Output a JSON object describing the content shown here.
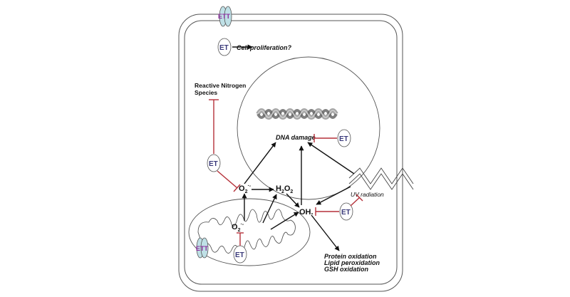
{
  "figure": {
    "type": "cell-signaling-diagram",
    "colors": {
      "activation_arrow": "#111111",
      "inhibition": "#b5313a",
      "membrane": "#555555",
      "transporter_fill": "#bfe0e6",
      "transporter_text": "#8a2a9a",
      "et_text": "#3a3a7a"
    },
    "transporters": [
      {
        "id": "ett-plasma-membrane",
        "label": "ETT"
      },
      {
        "id": "ett-mitochondria",
        "label": "ETT"
      }
    ],
    "et_nodes": [
      {
        "id": "et-proliferation",
        "label": "ET"
      },
      {
        "id": "et-rns",
        "label": "ET"
      },
      {
        "id": "et-dna",
        "label": "ET"
      },
      {
        "id": "et-oh",
        "label": "ET"
      },
      {
        "id": "et-mito",
        "label": "ET"
      }
    ],
    "labels": {
      "cell_proliferation": "Cell proliferation?",
      "rns_line1": "Reactive Nitrogen",
      "rns_line2": "Species",
      "dna_damage": "DNA damage",
      "uv_radiation": "UV radiation",
      "superoxide": "O",
      "superoxide_sub": "2",
      "superoxide_sup": "·-",
      "h2o2_h": "H",
      "h2o2_sub1": "2",
      "h2o2_o": "O",
      "h2o2_sub2": "2",
      "hydroxyl": "OH.",
      "outcome_1": "Protein oxidation",
      "outcome_2": "Lipid peroxidation",
      "outcome_3": "GSH oxidation"
    },
    "relations": [
      {
        "from": "ET",
        "to": "Cell proliferation?",
        "type": "activation"
      },
      {
        "from": "ET",
        "to": "Reactive Nitrogen Species",
        "type": "inhibition"
      },
      {
        "from": "ET",
        "to": "O2·- (cytosol)",
        "type": "inhibition"
      },
      {
        "from": "ET",
        "to": "DNA damage",
        "type": "inhibition"
      },
      {
        "from": "ET",
        "to": "OH.",
        "type": "inhibition"
      },
      {
        "from": "ET",
        "to": "UV radiation",
        "type": "inhibition"
      },
      {
        "from": "ET",
        "to": "O2·- (mitochondria)",
        "type": "inhibition"
      },
      {
        "from": "O2·- (cytosol)",
        "to": "DNA damage",
        "type": "activation"
      },
      {
        "from": "O2·- (cytosol)",
        "to": "H2O2",
        "type": "activation"
      },
      {
        "from": "O2·- (mitochondria)",
        "to": "O2·- (cytosol)",
        "type": "activation"
      },
      {
        "from": "mitochondria",
        "to": "H2O2",
        "type": "activation"
      },
      {
        "from": "mitochondria",
        "to": "OH.",
        "type": "activation"
      },
      {
        "from": "H2O2",
        "to": "OH.",
        "type": "activation"
      },
      {
        "from": "OH.",
        "to": "DNA damage",
        "type": "activation"
      },
      {
        "from": "UV radiation",
        "to": "DNA damage",
        "type": "activation"
      },
      {
        "from": "UV radiation",
        "to": "OH.",
        "type": "activation"
      },
      {
        "from": "OH.",
        "to": "Protein oxidation / Lipid peroxidation / GSH oxidation",
        "type": "activation"
      }
    ]
  }
}
